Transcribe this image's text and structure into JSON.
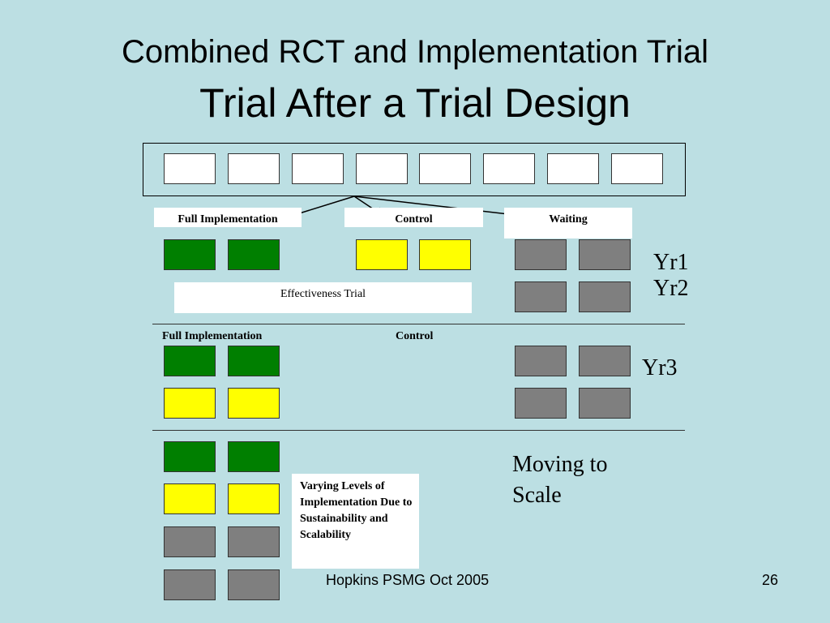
{
  "slide": {
    "title_line1": "Combined RCT and Implementation Trial",
    "title_line2": "Trial After a Trial Design",
    "footer_center": "Hopkins PSMG Oct 2005",
    "page_number": "26"
  },
  "phase1": {
    "label_full": "Full Implementation",
    "label_control": "Control",
    "label_waiting": "Waiting",
    "effectiveness": "Effectiveness Trial",
    "yr1": "Yr1",
    "yr2": "Yr2"
  },
  "phase2": {
    "label_full": "Full Implementation",
    "label_control": "Control",
    "yr3": "Yr3"
  },
  "phase3": {
    "varying": "Varying Levels of Implementation Due to Sustainability and Scalability",
    "moving": "Moving to Scale"
  },
  "colors": {
    "background": "#bcdfe3",
    "full_implementation": "#007f00",
    "control": "#ffff00",
    "waiting": "#7f7f7f",
    "unassigned": "#ffffff"
  }
}
